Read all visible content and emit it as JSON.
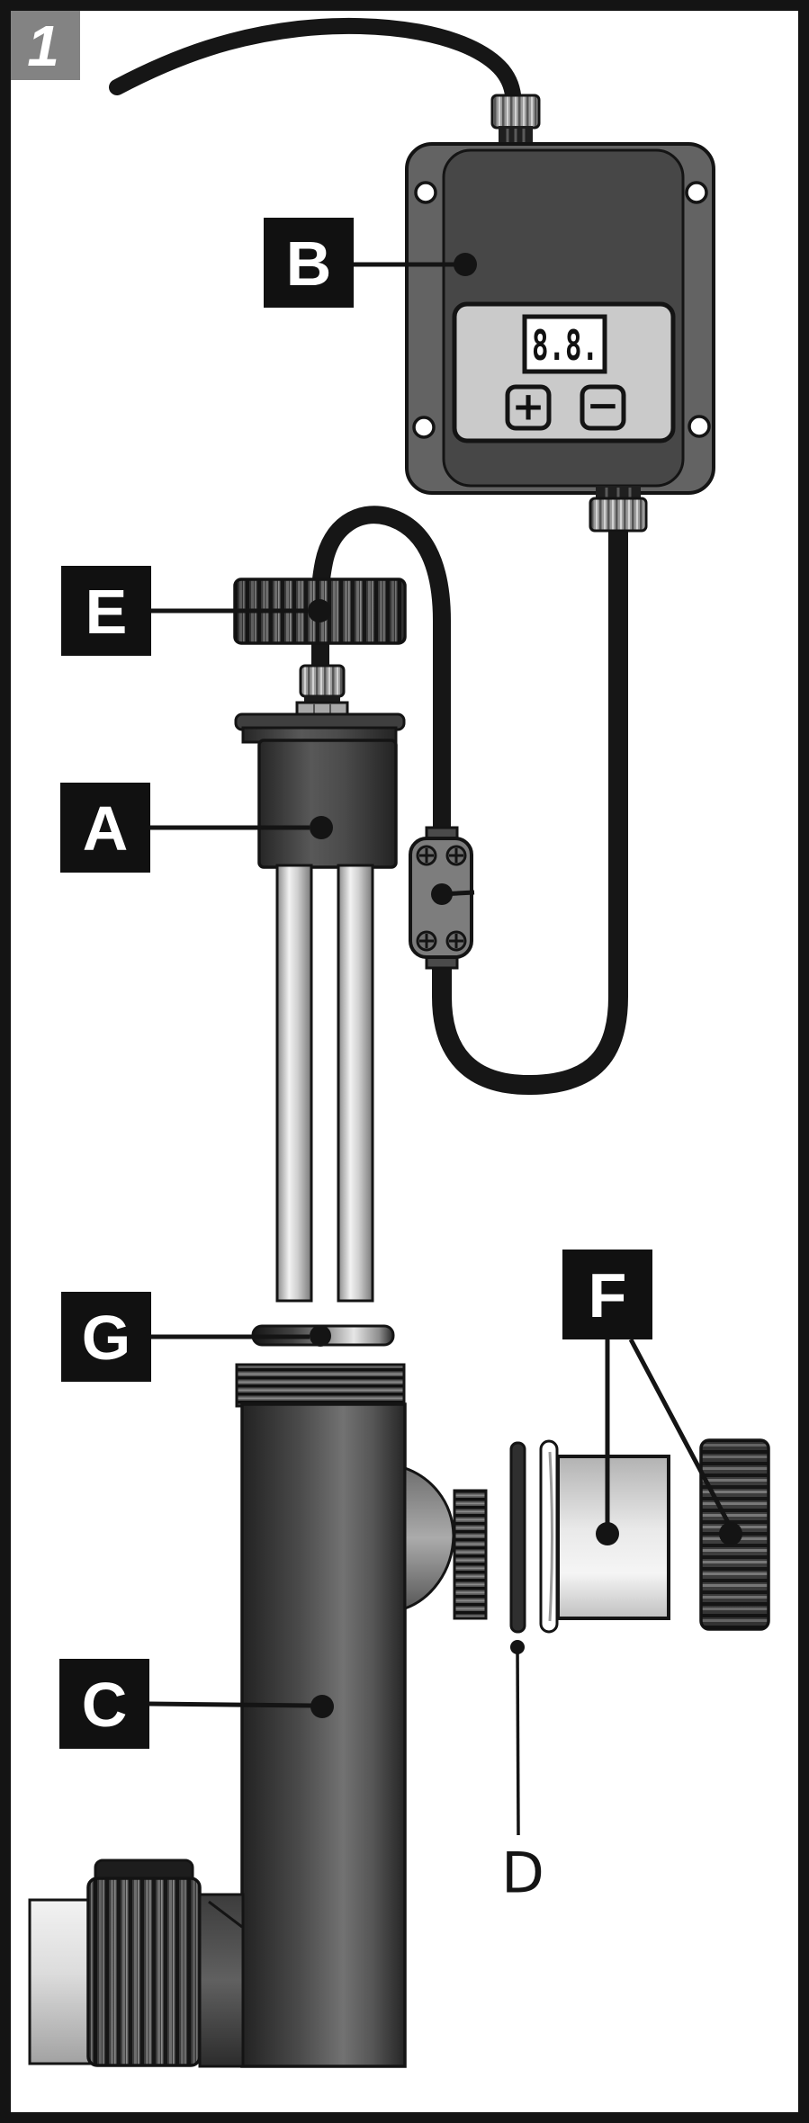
{
  "figure_badge": "1",
  "display": {
    "value": "8.8.",
    "plus": "+",
    "minus": "−"
  },
  "part_labels": {
    "a": "A",
    "b": "B",
    "c": "C",
    "d": "D",
    "e": "E",
    "f": "F",
    "g": "G"
  },
  "colors": {
    "background": "#ffffff",
    "outline": "#141414",
    "label_bg": "#111111",
    "label_text": "#ffffff",
    "badge_bg": "#838383",
    "cable": "#161616",
    "enclosure": "#636363",
    "enclosure_face": "#474747",
    "display_panel": "#cacaca",
    "display_window": "#ffffff",
    "junction_box": "#7d7d7d"
  }
}
